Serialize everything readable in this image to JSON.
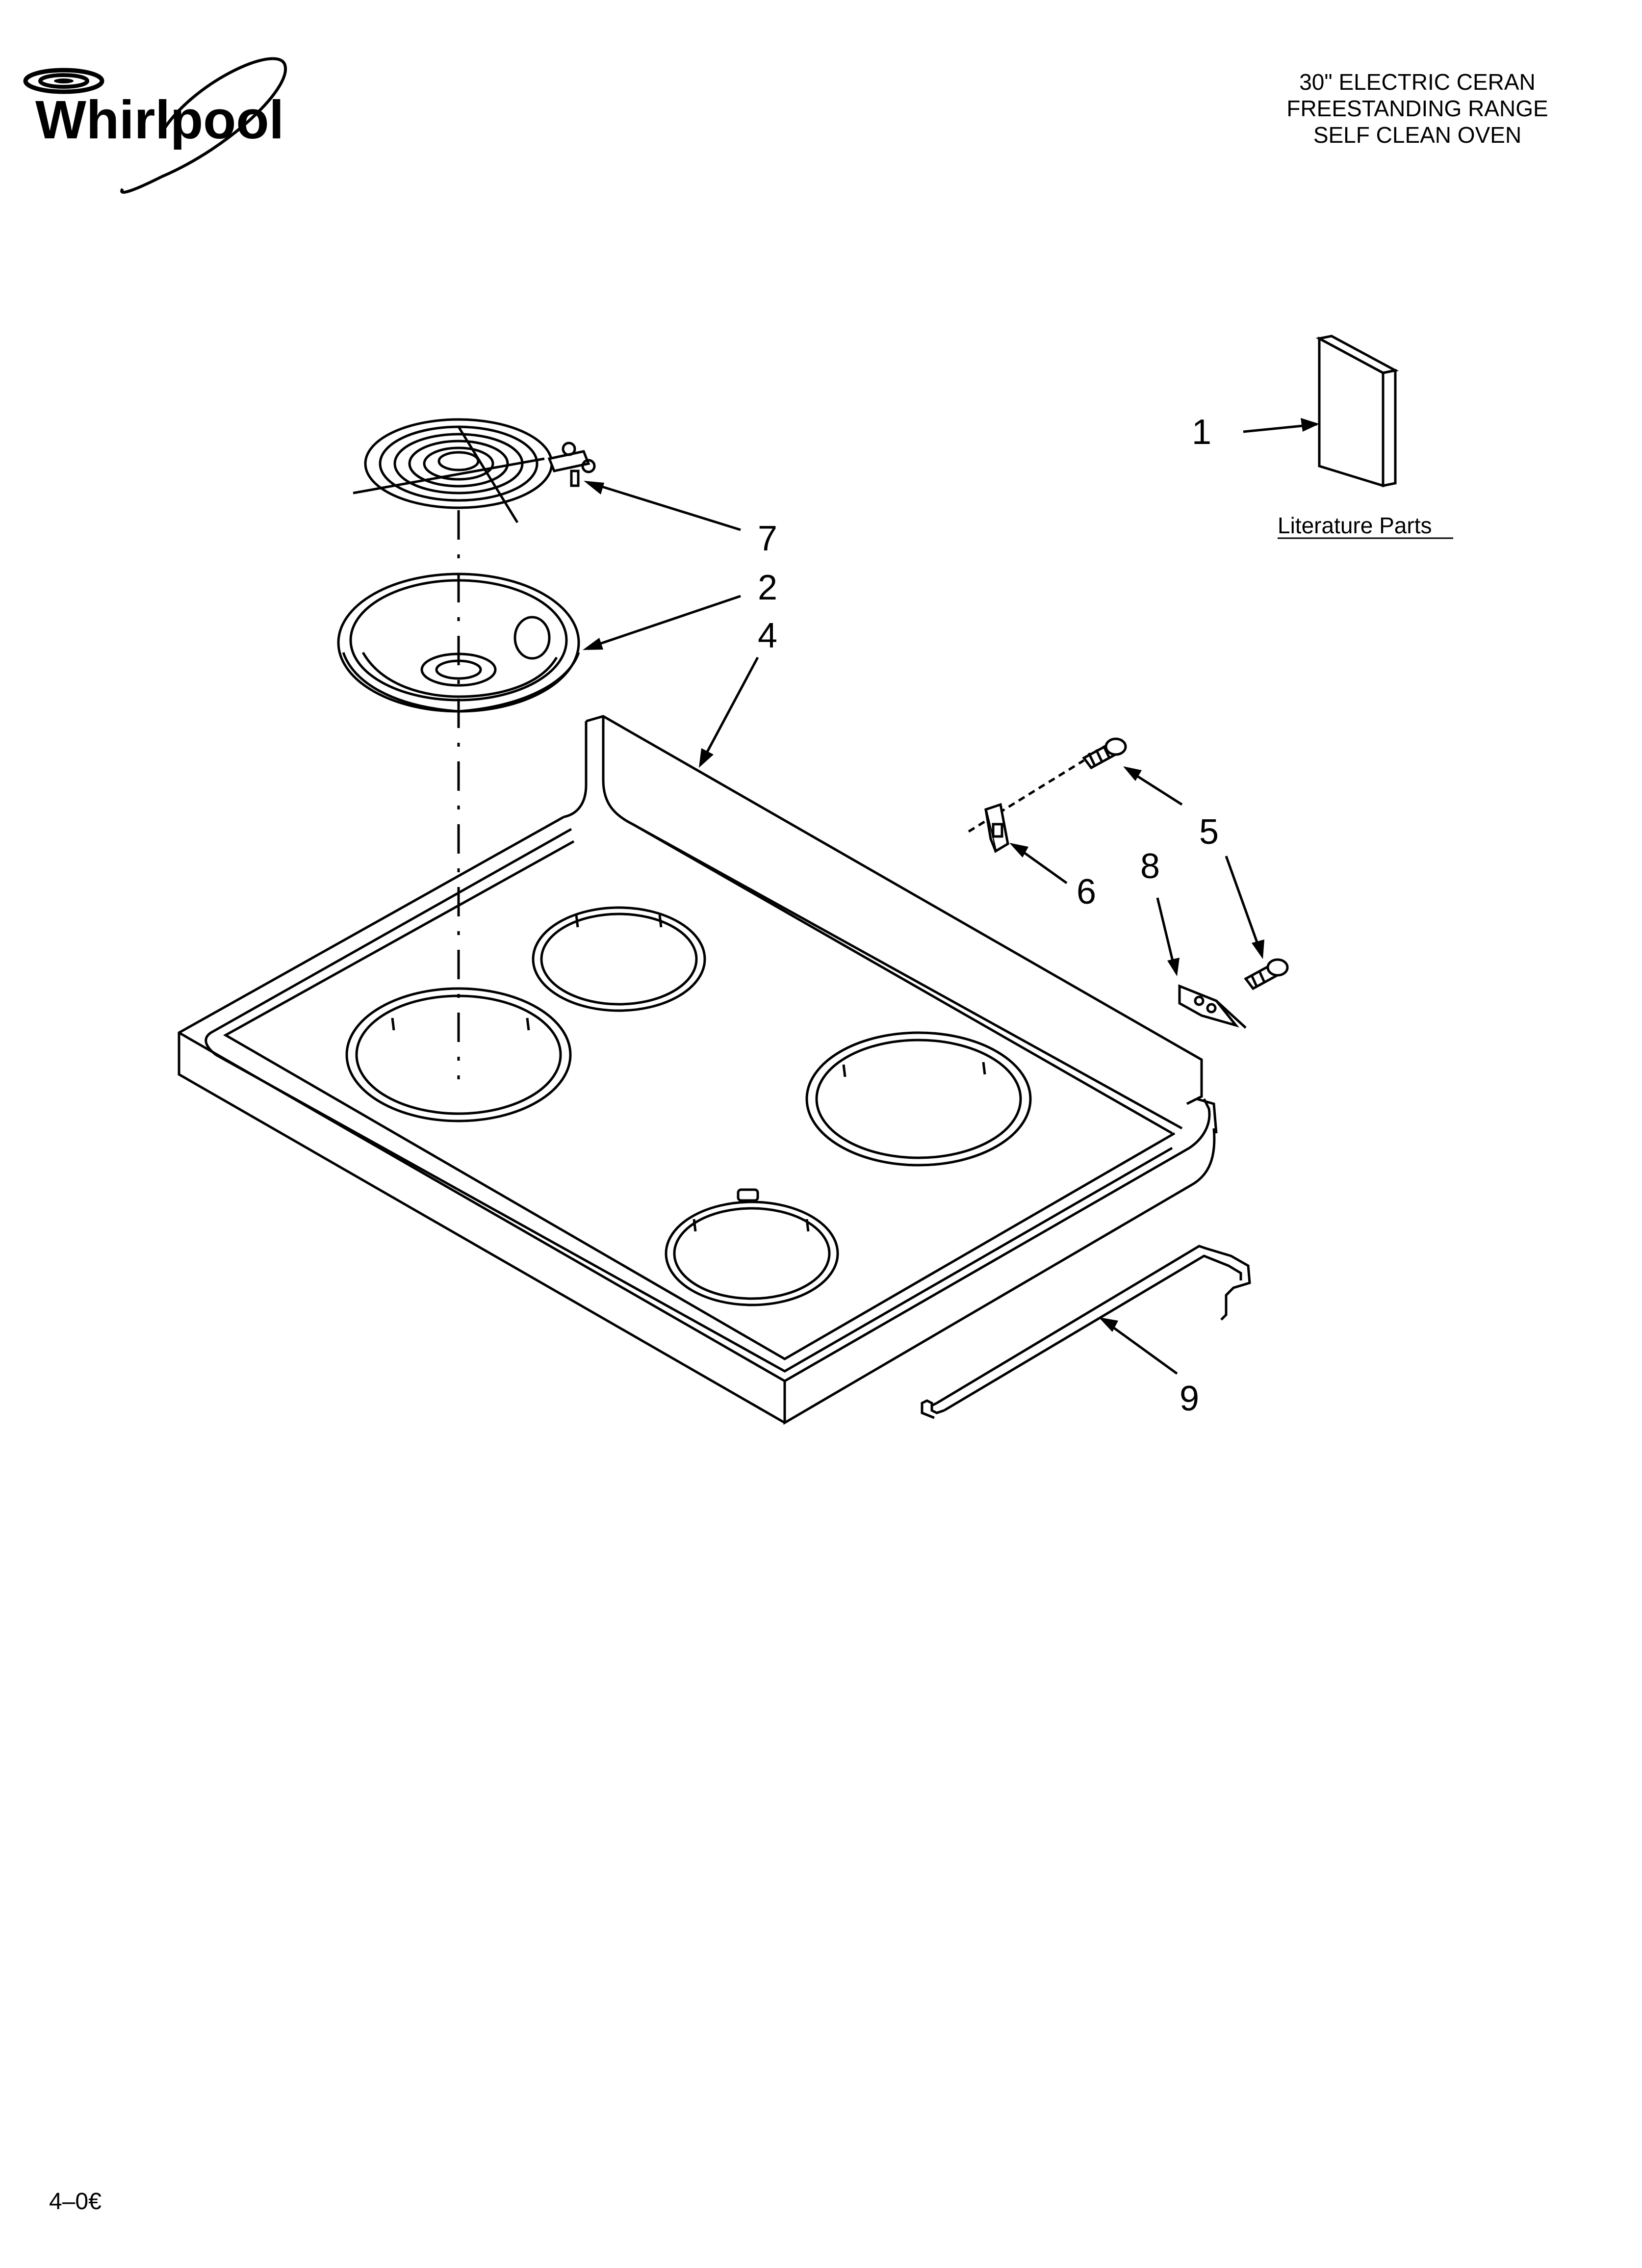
{
  "brand": {
    "name": "Whirlpool"
  },
  "header": {
    "lines": [
      "30\" ELECTRIC CERAN",
      "FREESTANDING RANGE",
      "SELF CLEAN OVEN"
    ]
  },
  "callouts": {
    "c1": "1",
    "c2": "2",
    "c4": "4",
    "c5": "5",
    "c6": "6",
    "c7": "7",
    "c8": "8",
    "c9": "9"
  },
  "literature_label": "Literature Parts",
  "footer": {
    "code": "4–0€"
  }
}
